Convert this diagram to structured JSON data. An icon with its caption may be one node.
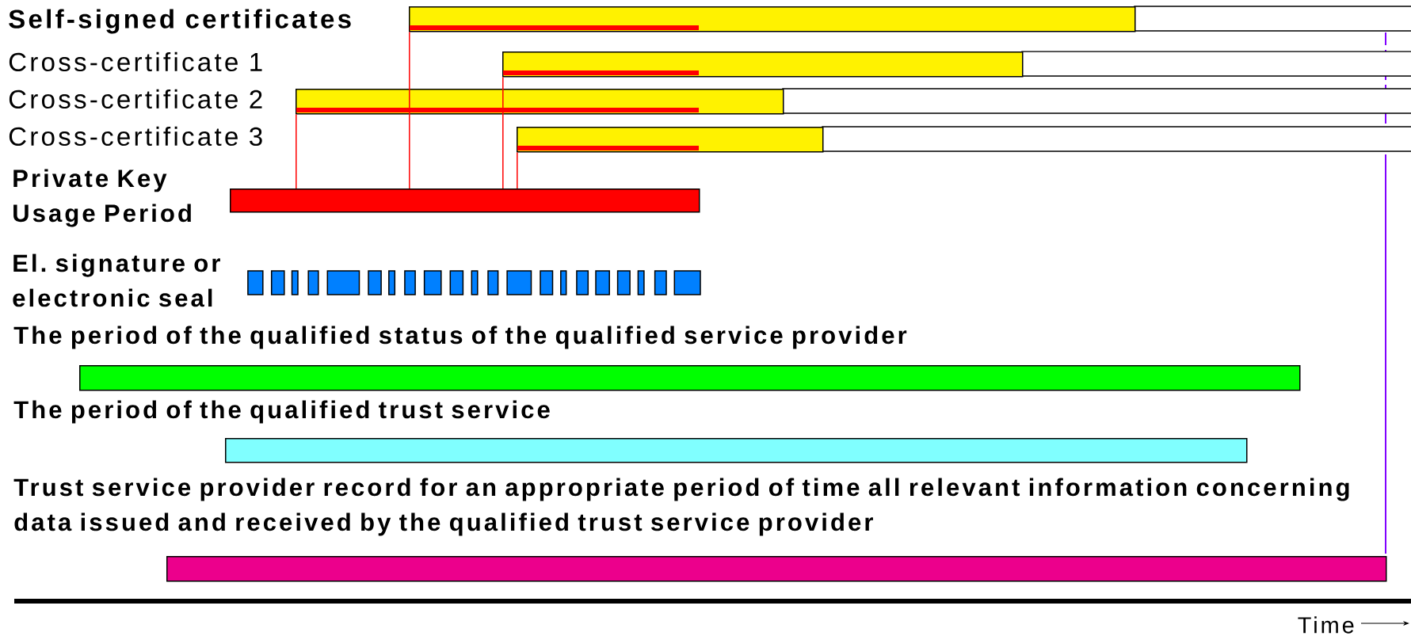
{
  "diagram": {
    "nodes": [
      {
        "text": [],
        "shape": "bar"
      },
      {
        "text": [],
        "shape": "bar"
      },
      {
        "text": [],
        "shape": "bar"
      },
      {
        "text": [],
        "shape": "bar"
      },
      {
        "text": [],
        "shape": "bar",
        "beside": [
          "Private Key Usage Period"
        ]
      },
      {
        "text": [],
        "shape": "bar",
        "beside": [
          "El. signature or electronic seal"
        ]
      },
      {
        "text": [],
        "shape": "bar",
        "beside": [
          "The period of the qualified status of the qualified service provider"
        ]
      },
      {
        "text": [],
        "shape": "bar",
        "beside": [
          "The period of the qualified trust service"
        ]
      },
      {
        "text": [],
        "shape": "bar",
        "beside": [
          "Trust service provider record for an appropriate period of time all relevant information concerning data issued and received by the qualified trust service provider"
        ]
      }
    ],
    "edges": [
      {
        "from": 4,
        "to": 2,
        "arrow": "none"
      },
      {
        "from": 4,
        "to": 0,
        "arrow": "none"
      },
      {
        "from": 4,
        "to": 1,
        "arrow": "none"
      },
      {
        "from": 4,
        "to": 3,
        "arrow": "none"
      }
    ],
    "labels": [
      "Self-signed certificates",
      "Cross-certificate 1",
      "Cross-certificate 2",
      "Cross-certificate 3",
      "Time"
    ]
  }
}
